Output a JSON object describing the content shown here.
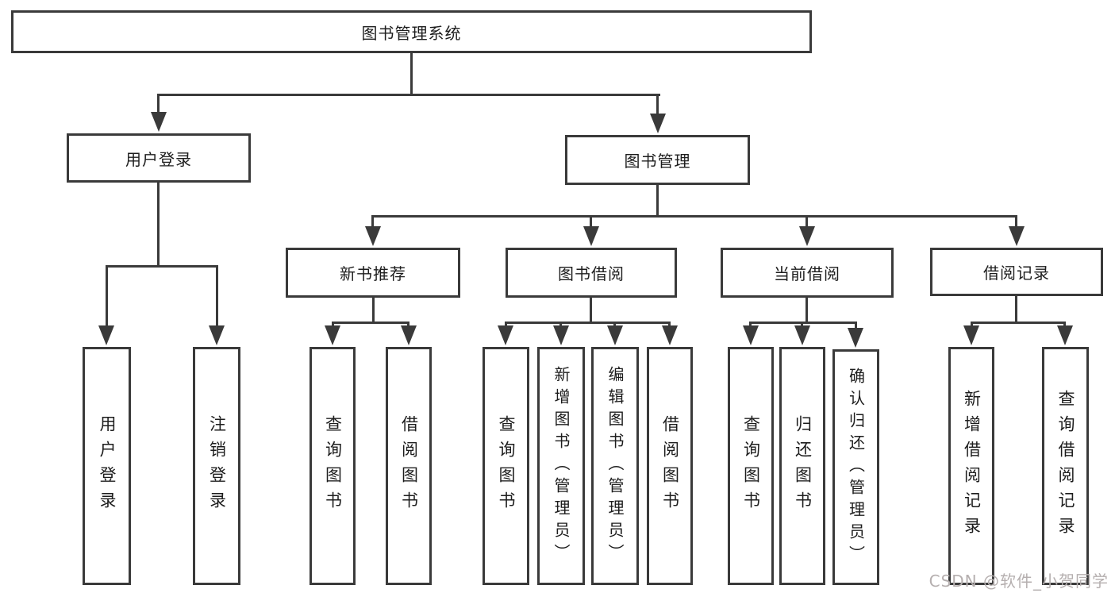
{
  "colors": {
    "line": "#3a3a3a",
    "text": "#1d1d1d",
    "watermark": "#b5afaf",
    "background": "#ffffff"
  },
  "tree": {
    "root": "图书管理系统",
    "level2": [
      "用户登录",
      "图书管理"
    ],
    "level3": [
      "新书推荐",
      "图书借阅",
      "当前借阅",
      "借阅记录"
    ],
    "user_login_children": [
      "用户登录",
      "注销登录"
    ],
    "new_book_children": [
      "查询图书",
      "借阅图书"
    ],
    "book_borrow_children": [
      "查询图书",
      "新增图书（管理员）",
      "编辑图书（管理员）",
      "借阅图书"
    ],
    "current_borrow_children": [
      "查询图书",
      "归还图书",
      "确认归还（管理员）"
    ],
    "borrow_record_children": [
      "新增借阅记录",
      "查询借阅记录"
    ]
  },
  "watermark": "CSDN @软件_小贺同学"
}
